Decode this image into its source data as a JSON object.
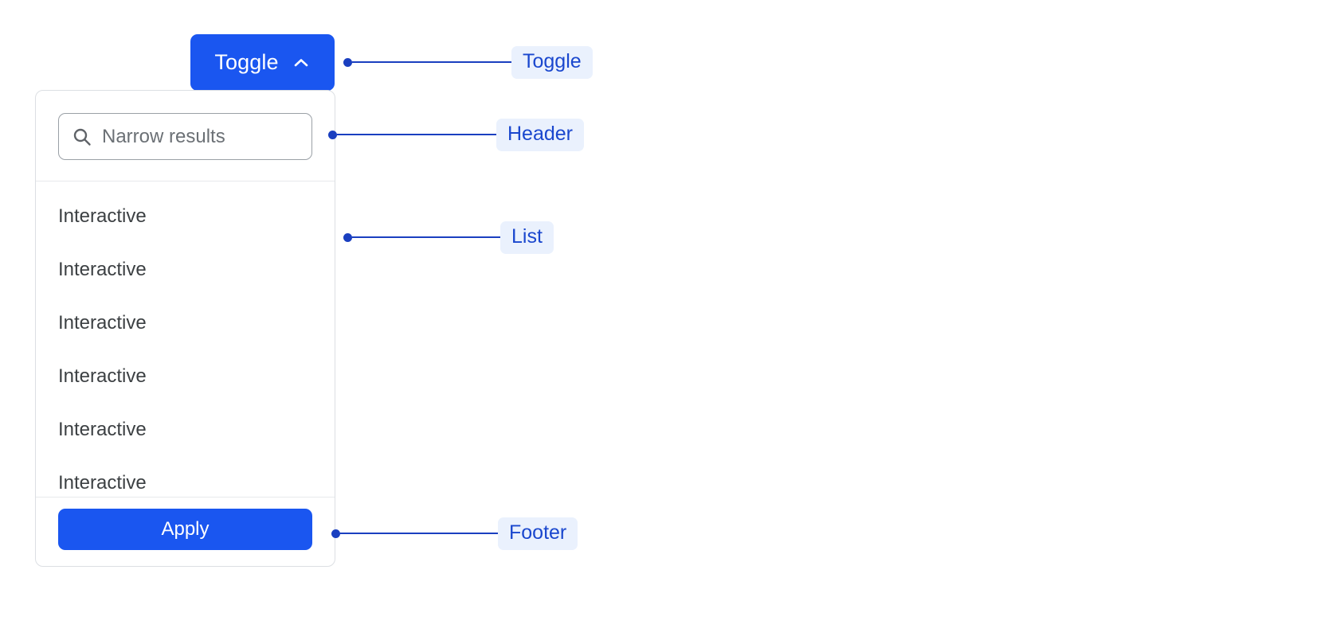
{
  "toggle": {
    "label": "Toggle",
    "icon": "chevron-up-icon",
    "background_color": "#1A56F0",
    "text_color": "#FFFFFF"
  },
  "panel": {
    "header": {
      "search": {
        "icon": "search-icon",
        "placeholder": "Narrow results",
        "value": ""
      }
    },
    "list": {
      "items": [
        {
          "label": "Interactive"
        },
        {
          "label": "Interactive"
        },
        {
          "label": "Interactive"
        },
        {
          "label": "Interactive"
        },
        {
          "label": "Interactive"
        },
        {
          "label": "Interactive"
        }
      ]
    },
    "footer": {
      "apply_label": "Apply",
      "apply_background_color": "#1A56F0"
    },
    "border_color": "#DCDFE3",
    "background_color": "#FFFFFF"
  },
  "annotations": {
    "accent_color": "#1A3FC0",
    "chip_background_color": "#EAF1FD",
    "chip_text_color": "#1A47CE",
    "items": [
      {
        "label": "Toggle",
        "target": "toggle-button"
      },
      {
        "label": "Header",
        "target": "panel-header"
      },
      {
        "label": "List",
        "target": "panel-list"
      },
      {
        "label": "Footer",
        "target": "panel-footer"
      }
    ]
  }
}
